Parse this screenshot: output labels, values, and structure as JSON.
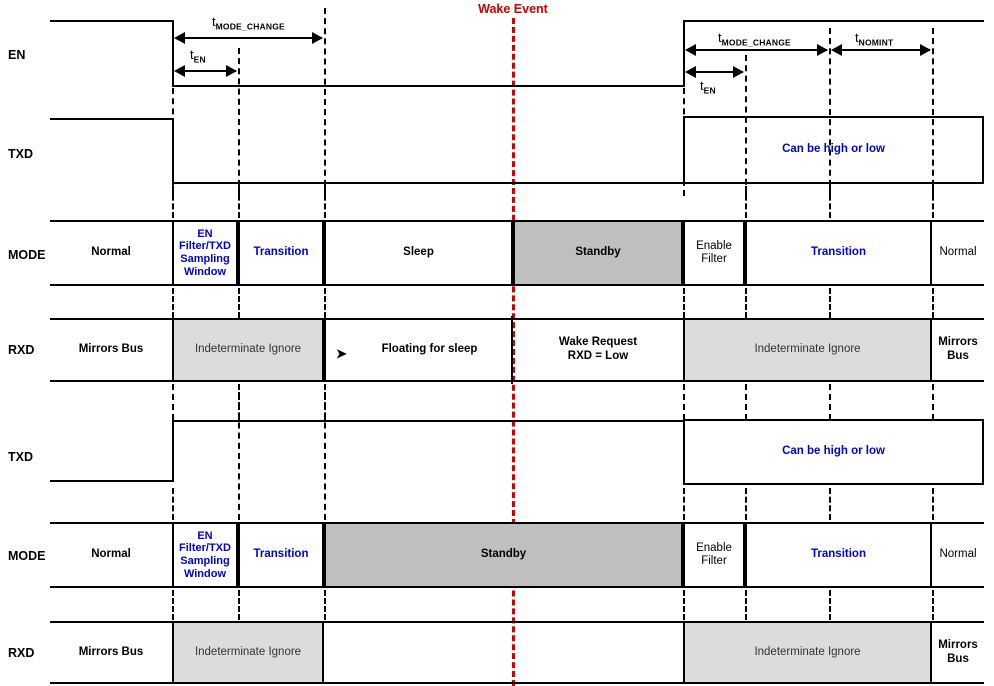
{
  "diagram": {
    "title_annotation": "Wake Event",
    "wake_event_color": "#cc0000",
    "blue": "#0000d5",
    "grey_dark": "#bfbfbf",
    "grey_light": "#dcdcdc"
  },
  "row_labels": {
    "en": "EN",
    "txd_top": "TXD",
    "mode_top": "MODE",
    "rxd_top": "RXD",
    "txd_bottom": "TXD",
    "mode_bottom": "MODE",
    "rxd_bottom": "RXD"
  },
  "timings": {
    "left": [
      {
        "base": "t",
        "sub": "MODE_CHANGE"
      },
      {
        "base": "t",
        "sub": "EN"
      }
    ],
    "right": [
      {
        "base": "t",
        "sub": "MODE_CHANGE"
      },
      {
        "base": "t",
        "sub": "NOMINT"
      },
      {
        "base": "t",
        "sub": "EN"
      }
    ]
  },
  "txd_top": {
    "high_label": "Can be high or low"
  },
  "txd_bottom": {
    "high_label": "Can be high or low"
  },
  "mode_top": {
    "cells": [
      {
        "label": "Normal",
        "style": "plain"
      },
      {
        "label": "EN Filter/TXD Sampling Window",
        "style": "blue"
      },
      {
        "label": "Transition",
        "style": "blue"
      },
      {
        "label": "Sleep",
        "style": "plain"
      },
      {
        "label": "Standby",
        "style": "grey-dark"
      },
      {
        "label": "Enable Filter",
        "style": "plain"
      },
      {
        "label": "Transition",
        "style": "blue"
      },
      {
        "label": "Normal",
        "style": "plain"
      }
    ]
  },
  "rxd_top": {
    "cells": [
      {
        "label": "Mirrors Bus",
        "style": "plain"
      },
      {
        "label": "Indeterminate Ignore",
        "style": "grey-light"
      },
      {
        "label": "Floating for sleep",
        "style": "plain",
        "marker": "arrow-bullet"
      },
      {
        "label": "Wake Request RXD = Low",
        "style": "plain"
      },
      {
        "label": "Indeterminate Ignore",
        "style": "grey-light"
      },
      {
        "label": "Mirrors Bus",
        "style": "plain"
      }
    ]
  },
  "mode_bottom": {
    "cells": [
      {
        "label": "Normal",
        "style": "plain"
      },
      {
        "label": "EN Filter/TXD Sampling Window",
        "style": "blue"
      },
      {
        "label": "Transition",
        "style": "blue"
      },
      {
        "label": "Standby",
        "style": "grey-dark"
      },
      {
        "label": "Enable Filter",
        "style": "plain"
      },
      {
        "label": "Transition",
        "style": "blue"
      },
      {
        "label": "Normal",
        "style": "plain"
      }
    ]
  },
  "rxd_bottom": {
    "cells": [
      {
        "label": "Mirrors Bus",
        "style": "plain"
      },
      {
        "label": "Indeterminate Ignore",
        "style": "grey-light"
      },
      {
        "label": "Mirrors Bus",
        "style": "plain"
      }
    ]
  }
}
